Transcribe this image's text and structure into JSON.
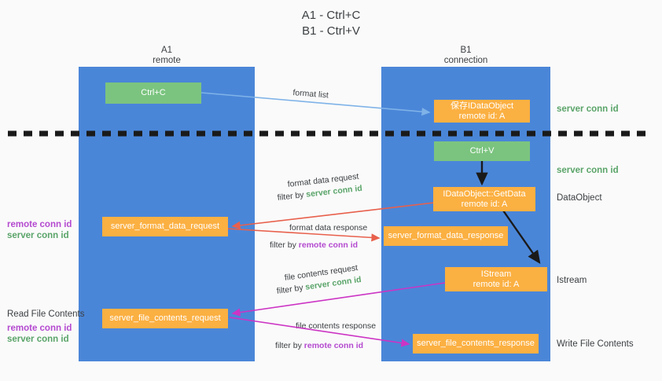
{
  "title": {
    "line1": "A1 - Ctrl+C",
    "line2": "B1 - Ctrl+V"
  },
  "columns": [
    {
      "name": "A1",
      "subtitle": "remote"
    },
    {
      "name": "B1",
      "subtitle": "connection"
    }
  ],
  "colors": {
    "lane": "#4a86d8",
    "green_box": "#7bc47f",
    "orange_box": "#fbb042",
    "server_conn_id": "#5aa469",
    "remote_conn_id": "#b44ad0",
    "arrow_blue": "#7fb3e8",
    "arrow_red": "#e8604c",
    "arrow_magenta": "#cc34c4",
    "arrow_black": "#1a1a1a",
    "background": "#fafafa"
  },
  "boxes": {
    "ctrl_c": {
      "line1": "Ctrl+C",
      "line2": ""
    },
    "save_idataobject": {
      "line1": "保存IDataObject",
      "line2": "remote id: A"
    },
    "ctrl_v": {
      "line1": "Ctrl+V",
      "line2": ""
    },
    "getdata": {
      "line1": "IDataObject::GetData",
      "line2": "remote id: A"
    },
    "server_format_data_request": {
      "line1": "server_format_data_request",
      "line2": ""
    },
    "server_format_data_response": {
      "line1": "server_format_data_response",
      "line2": ""
    },
    "istream": {
      "line1": "IStream",
      "line2": "remote id: A"
    },
    "server_file_contents_request": {
      "line1": "server_file_contents_request",
      "line2": ""
    },
    "server_file_contents_response": {
      "line1": "server_file_contents_response",
      "line2": ""
    }
  },
  "right_labels": {
    "server_conn_id_1": "server conn id",
    "server_conn_id_2": "server conn id",
    "dataobject": "DataObject",
    "istream": "Istream",
    "write_file_contents": "Write File Contents"
  },
  "left_labels": {
    "remote_conn_id_1": "remote conn id",
    "server_conn_id_1": "server conn id",
    "read_file_contents": "Read File Contents",
    "remote_conn_id_2": "remote conn id",
    "server_conn_id_2": "server conn id"
  },
  "edges": {
    "format_list": {
      "label": "format list",
      "filter_prefix": "",
      "filter_key": ""
    },
    "format_data_request": {
      "label": "format data request",
      "filter_prefix": "filter by ",
      "filter_key": "server conn id"
    },
    "format_data_response": {
      "label": "format data response",
      "filter_prefix": "filter by ",
      "filter_key": "remote conn id"
    },
    "file_contents_request": {
      "label": "file contents request",
      "filter_prefix": "filter by ",
      "filter_key": "server conn id"
    },
    "file_contents_response": {
      "label": "file contents response",
      "filter_prefix": "filter by ",
      "filter_key": "remote conn id"
    }
  }
}
